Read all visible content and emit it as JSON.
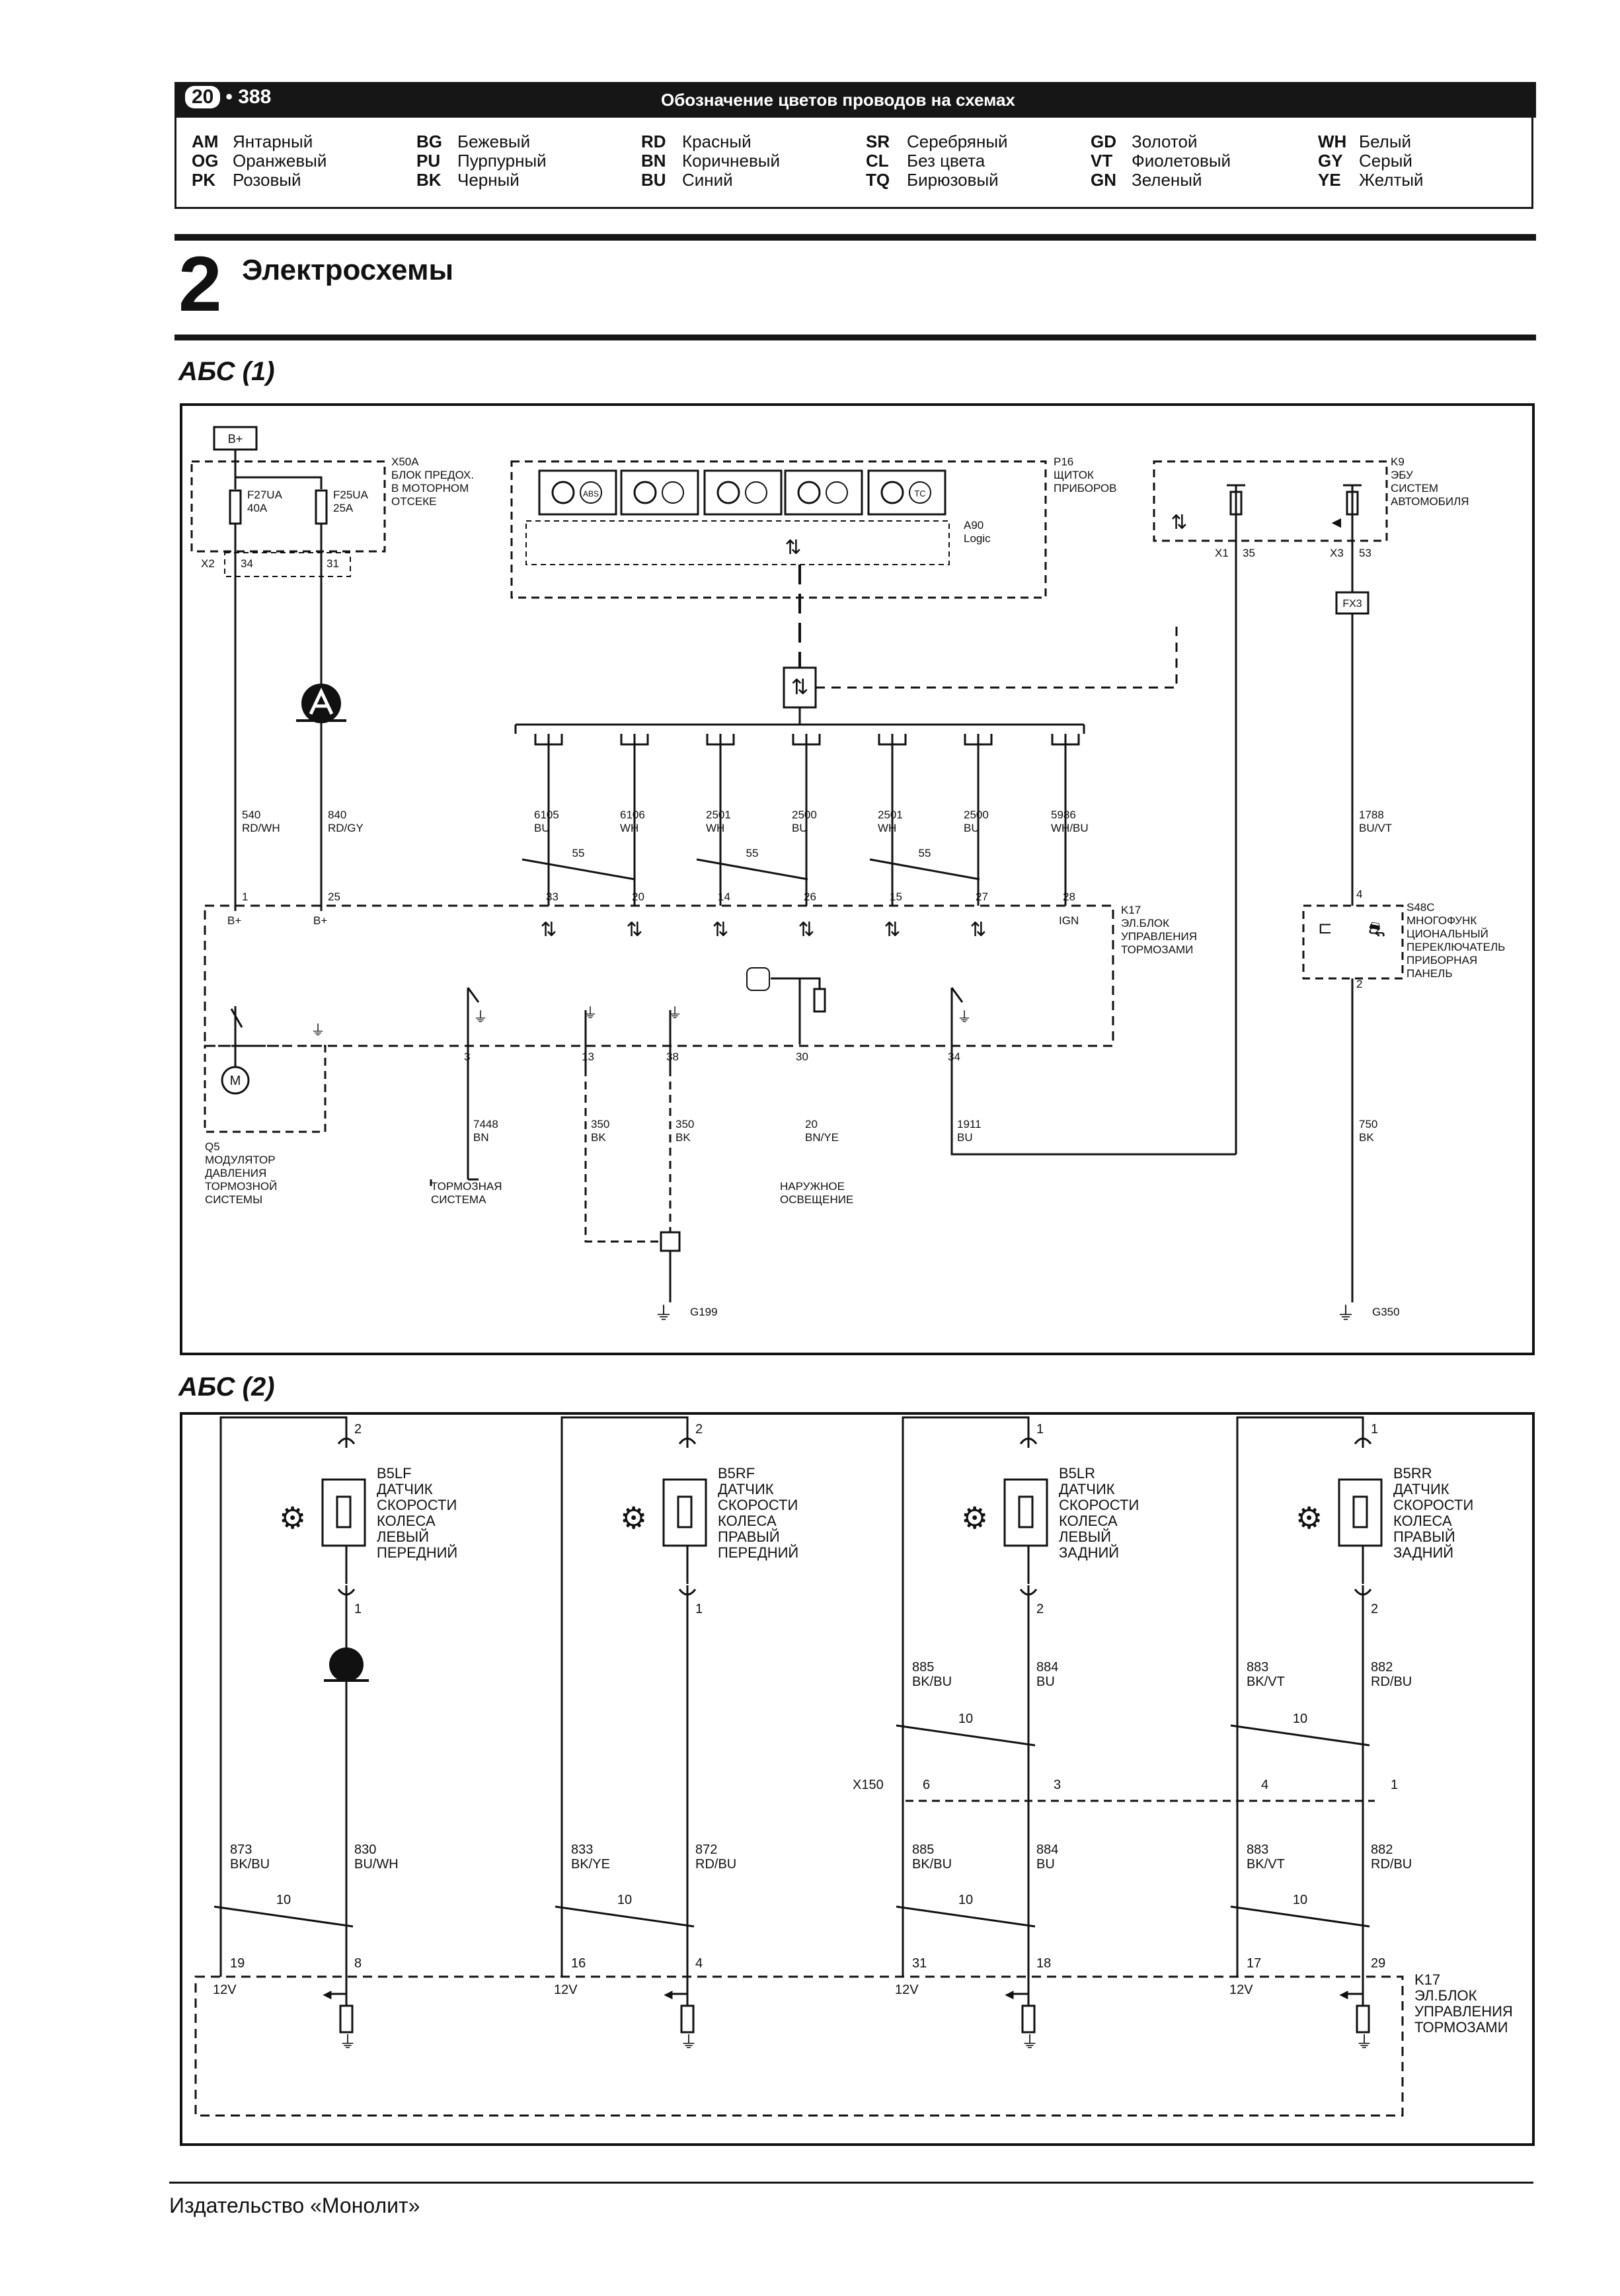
{
  "header": {
    "chapter": "20",
    "page": "388",
    "title": "Обозначение цветов проводов на схемах"
  },
  "color_legend": [
    [
      {
        "code": "AM",
        "name": "Янтарный"
      },
      {
        "code": "OG",
        "name": "Оранжевый"
      },
      {
        "code": "PK",
        "name": "Розовый"
      }
    ],
    [
      {
        "code": "BG",
        "name": "Бежевый"
      },
      {
        "code": "PU",
        "name": "Пурпурный"
      },
      {
        "code": "BK",
        "name": "Черный"
      }
    ],
    [
      {
        "code": "RD",
        "name": "Красный"
      },
      {
        "code": "BN",
        "name": "Коричневый"
      },
      {
        "code": "BU",
        "name": "Синий"
      }
    ],
    [
      {
        "code": "SR",
        "name": "Серебряный"
      },
      {
        "code": "CL",
        "name": "Без цвета"
      },
      {
        "code": "TQ",
        "name": "Бирюзовый"
      }
    ],
    [
      {
        "code": "GD",
        "name": "Золотой"
      },
      {
        "code": "VT",
        "name": "Фиолетовый"
      },
      {
        "code": "GN",
        "name": "Зеленый"
      }
    ],
    [
      {
        "code": "WH",
        "name": "Белый"
      },
      {
        "code": "GY",
        "name": "Серый"
      },
      {
        "code": "YE",
        "name": "Желтый"
      }
    ]
  ],
  "section": {
    "number": "2",
    "title": "Электросхемы"
  },
  "diagram1": {
    "title": "АБС (1)",
    "bplus": "B+",
    "x50a": [
      "X50A",
      "БЛОК ПРЕДОХ.",
      "В МОТОРНОМ",
      "ОТСЕКЕ"
    ],
    "f27": [
      "F27UA",
      "40A"
    ],
    "f25": [
      "F25UA",
      "25A"
    ],
    "x2": "X2",
    "x2_pins": [
      "34",
      "31"
    ],
    "p16": [
      "P16",
      "ЩИТОК",
      "ПРИБОРОВ"
    ],
    "a90": [
      "A90",
      "Logic"
    ],
    "k9": [
      "K9",
      "ЭБУ",
      "СИСТЕМ",
      "АВТОМОБИЛЯ"
    ],
    "x1": "X1",
    "x1_pin": "35",
    "x3": "X3",
    "x3_pin": "53",
    "fx3": "FX3",
    "abs_icon": "ABS",
    "tc_icon": "TC",
    "left_wires": [
      {
        "num": "540",
        "color": "RD/WH",
        "pin": "1",
        "label": "B+"
      },
      {
        "num": "840",
        "color": "RD/GY",
        "pin": "25",
        "label": "B+"
      }
    ],
    "bus_wires": [
      {
        "num": "6105",
        "color": "BU",
        "pin": "33"
      },
      {
        "num": "6106",
        "color": "WH",
        "pin": "20"
      },
      {
        "num": "2501",
        "color": "WH",
        "pin": "14"
      },
      {
        "num": "2500",
        "color": "BU",
        "pin": "26"
      },
      {
        "num": "2501",
        "color": "WH",
        "pin": "15"
      },
      {
        "num": "2500",
        "color": "BU",
        "pin": "27"
      },
      {
        "num": "5986",
        "color": "WH/BU",
        "pin": "28",
        "label": "IGN"
      }
    ],
    "twist": "55",
    "k17": [
      "K17",
      "ЭЛ.БЛОК",
      "УПРАВЛЕНИЯ",
      "ТОРМОЗАМИ"
    ],
    "k9_wire": {
      "num": "1788",
      "color": "BU/VT",
      "pin": "4"
    },
    "s48c": [
      "S48C",
      "МНОГОФУНК",
      "ЦИОНАЛЬНЫЙ",
      "ПЕРЕКЛЮЧАТЕЛЬ",
      "ПРИБОРНАЯ",
      "ПАНЕЛЬ"
    ],
    "s48c_pin2": "2",
    "bottom_wires": [
      {
        "pin": "3",
        "num": "7448",
        "color": "BN"
      },
      {
        "pin": "13",
        "num": "350",
        "color": "BK"
      },
      {
        "pin": "38",
        "num": "350",
        "color": "BK"
      },
      {
        "pin": "30",
        "num": "20",
        "color": "BN/YE"
      },
      {
        "pin": "34",
        "num": "1911",
        "color": "BU"
      }
    ],
    "s48c_wire": {
      "num": "750",
      "color": "BK"
    },
    "q5": [
      "Q5",
      "МОДУЛЯТОР",
      "ДАВЛЕНИЯ",
      "ТОРМОЗНОЙ",
      "СИСТЕМЫ"
    ],
    "motor": "M",
    "brake_sys": [
      "ТОРМОЗНАЯ",
      "СИСТЕМА"
    ],
    "ext_light": [
      "НАРУЖНОЕ",
      "ОСВЕЩЕНИЕ"
    ],
    "g199": "G199",
    "g350": "G350"
  },
  "diagram2": {
    "title": "АБС (2)",
    "twist": "10",
    "x150": "X150",
    "x150_pins": [
      "6",
      "3",
      "4",
      "1"
    ],
    "sensors": [
      {
        "id": "B5LF",
        "lines": [
          "ДАТЧИК",
          "СКОРОСТИ",
          "КОЛЕСА",
          "ЛЕВЫЙ",
          "ПЕРЕДНИЙ"
        ],
        "top_pin": "2",
        "bot_pin": "1",
        "left": {
          "num": "873",
          "color": "BK/BU",
          "pin": "19"
        },
        "right": {
          "num": "830",
          "color": "BU/WH",
          "pin": "8"
        }
      },
      {
        "id": "B5RF",
        "lines": [
          "ДАТЧИК",
          "СКОРОСТИ",
          "КОЛЕСА",
          "ПРАВЫЙ",
          "ПЕРЕДНИЙ"
        ],
        "top_pin": "2",
        "bot_pin": "1",
        "left": {
          "num": "833",
          "color": "BK/YE",
          "pin": "16"
        },
        "right": {
          "num": "872",
          "color": "RD/BU",
          "pin": "4"
        }
      },
      {
        "id": "B5LR",
        "lines": [
          "ДАТЧИК",
          "СКОРОСТИ",
          "КОЛЕСА",
          "ЛЕВЫЙ",
          "ЗАДНИЙ"
        ],
        "top_pin": "1",
        "bot_pin": "2",
        "upper_left": {
          "num": "885",
          "color": "BK/BU"
        },
        "upper_right": {
          "num": "884",
          "color": "BU"
        },
        "left": {
          "num": "885",
          "color": "BK/BU",
          "pin": "31"
        },
        "right": {
          "num": "884",
          "color": "BU",
          "pin": "18"
        }
      },
      {
        "id": "B5RR",
        "lines": [
          "ДАТЧИК",
          "СКОРОСТИ",
          "КОЛЕСА",
          "ПРАВЫЙ",
          "ЗАДНИЙ"
        ],
        "top_pin": "1",
        "bot_pin": "2",
        "upper_left": {
          "num": "883",
          "color": "BK/VT"
        },
        "upper_right": {
          "num": "882",
          "color": "RD/BU"
        },
        "left": {
          "num": "883",
          "color": "BK/VT",
          "pin": "17"
        },
        "right": {
          "num": "882",
          "color": "RD/BU",
          "pin": "29"
        }
      }
    ],
    "v12": "12V",
    "k17": [
      "K17",
      "ЭЛ.БЛОК",
      "УПРАВЛЕНИЯ",
      "ТОРМОЗАМИ"
    ]
  },
  "footer": "Издательство «Монолит»"
}
